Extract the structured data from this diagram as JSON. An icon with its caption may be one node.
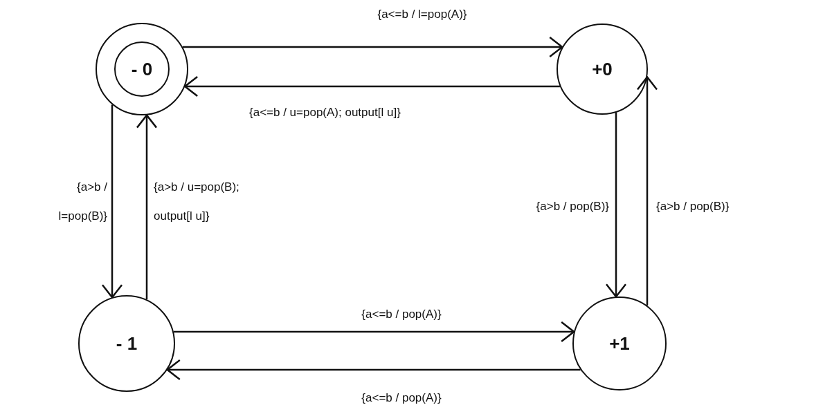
{
  "diagram": {
    "nodes": [
      {
        "text": [
          "- 0"
        ]
      },
      {
        "text": [
          "+0"
        ]
      },
      {
        "text": [
          "- 1"
        ]
      },
      {
        "text": [
          "+1"
        ]
      }
    ],
    "edges": [
      {
        "from": 0,
        "to": 1,
        "arrow": "to",
        "label": "{a<=b / l=pop(A)}"
      },
      {
        "from": 1,
        "to": 0,
        "arrow": "to",
        "label": "{a<=b / u=pop(A); output[l u]}"
      },
      {
        "from": 0,
        "to": 2,
        "arrow": "to",
        "label": "{a>b / l=pop(B)}"
      },
      {
        "from": 2,
        "to": 0,
        "arrow": "to",
        "label": "{a>b / u=pop(B); output[l u]}"
      },
      {
        "from": 1,
        "to": 3,
        "arrow": "to",
        "label": "{a>b / pop(B)}"
      },
      {
        "from": 3,
        "to": 1,
        "arrow": "to",
        "label": "{a>b / pop(B)}"
      },
      {
        "from": 2,
        "to": 3,
        "arrow": "to",
        "label": "{a<=b / pop(A)}"
      },
      {
        "from": 3,
        "to": 2,
        "arrow": "to",
        "label": "{a<=b / pop(A)}"
      }
    ]
  }
}
